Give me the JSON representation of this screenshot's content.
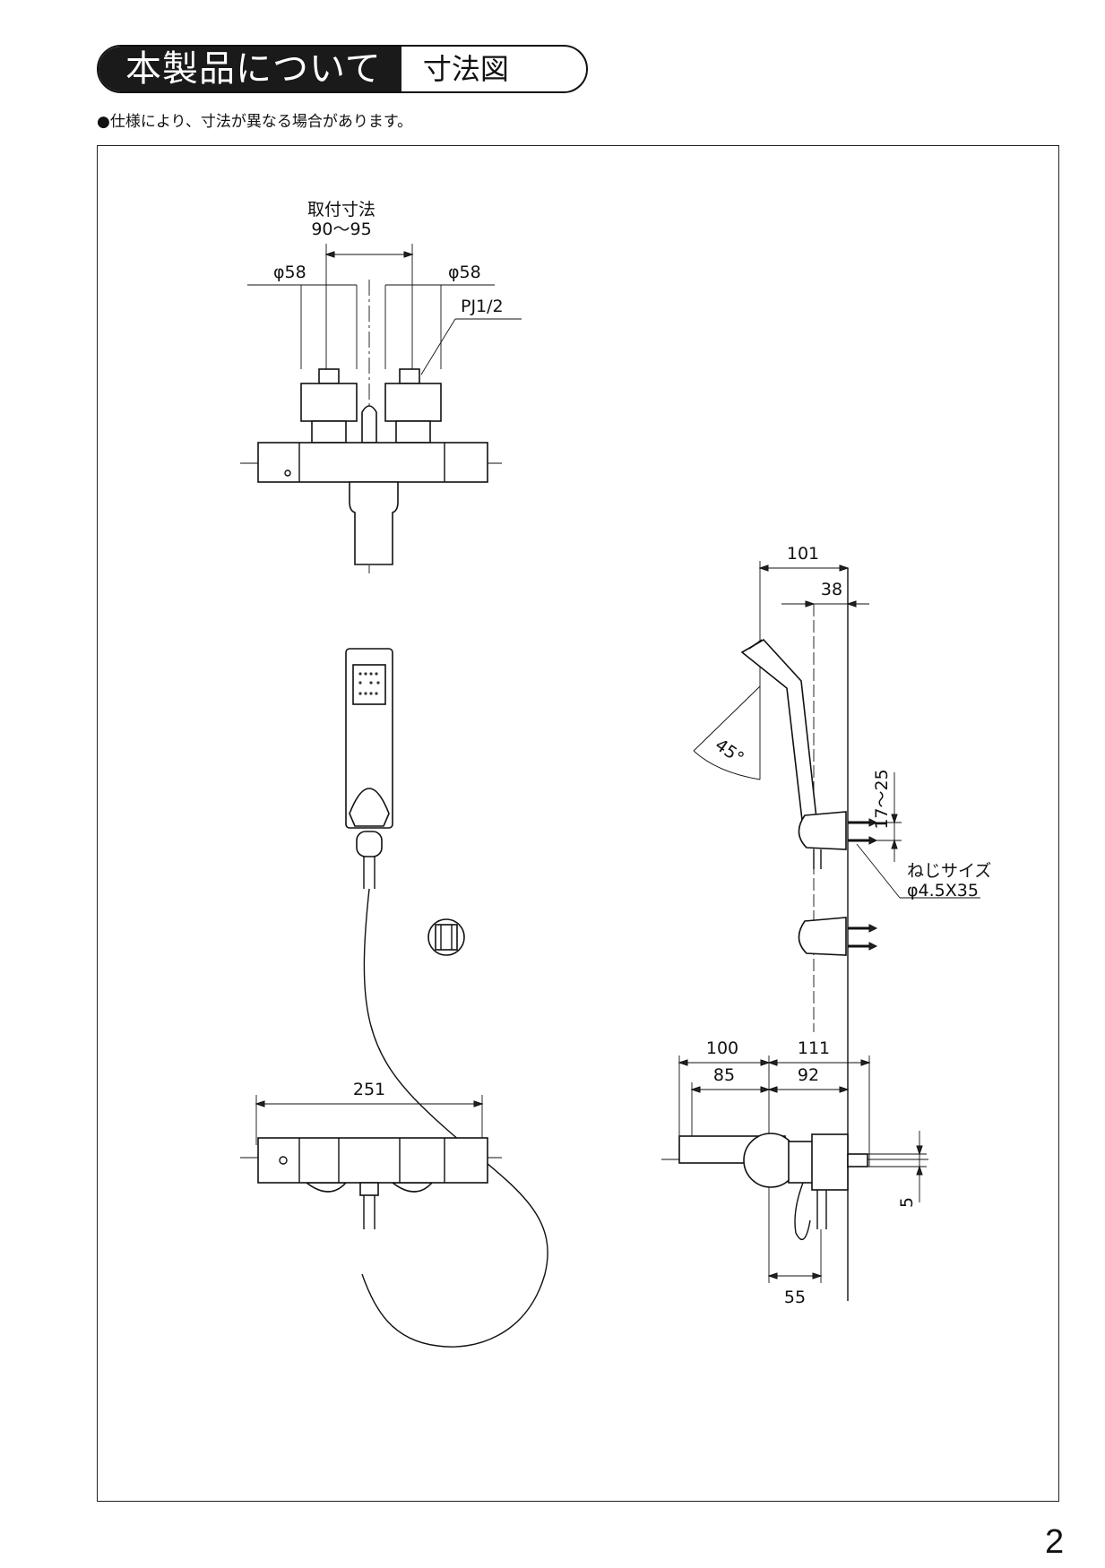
{
  "header": {
    "title": "本製品について",
    "subtitle": "寸法図"
  },
  "note": "●仕様により、寸法が異なる場合があります。",
  "page_number": "2",
  "dimensions": {
    "mount_label": "取付寸法",
    "mount_range": "90～95",
    "dia_left": "φ58",
    "dia_right": "φ58",
    "pipe": "PJ1/2",
    "total_width": "251",
    "side_101": "101",
    "side_38": "38",
    "angle": "45°",
    "bracket_range": "17～25",
    "screw_label": "ねじサイズ",
    "screw_size": "φ4.5X35",
    "d100": "100",
    "d111": "111",
    "d85": "85",
    "d92": "92",
    "d55": "55",
    "d5": "5"
  }
}
